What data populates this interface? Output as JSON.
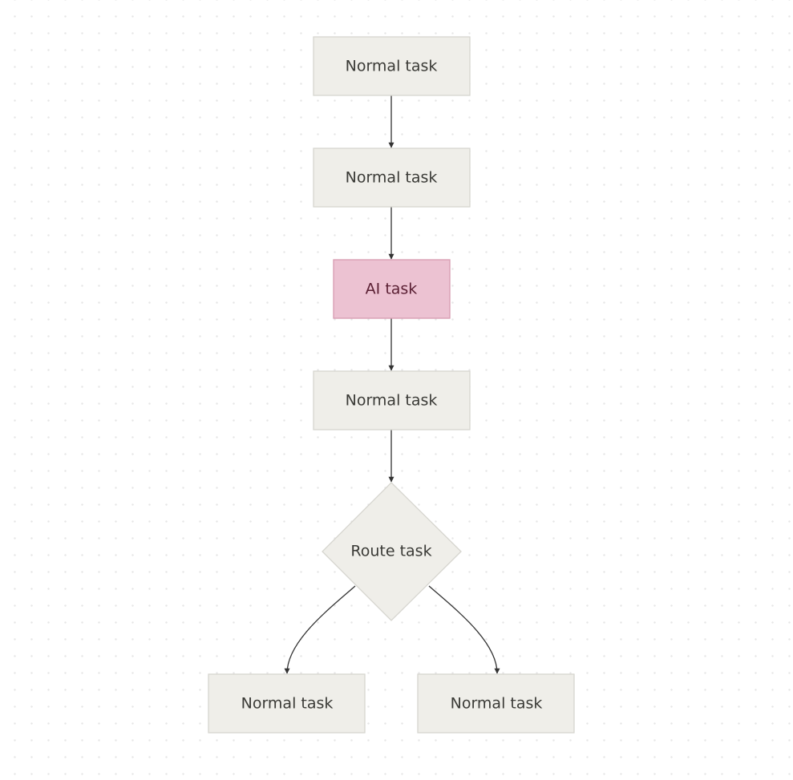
{
  "diagram": {
    "nodes": [
      {
        "id": "n1",
        "label": "Normal task",
        "kind": "normal"
      },
      {
        "id": "n2",
        "label": "Normal task",
        "kind": "normal"
      },
      {
        "id": "n3",
        "label": "AI task",
        "kind": "ai"
      },
      {
        "id": "n4",
        "label": "Normal task",
        "kind": "normal"
      },
      {
        "id": "n5",
        "label": "Route task",
        "kind": "route"
      },
      {
        "id": "n6",
        "label": "Normal task",
        "kind": "normal"
      },
      {
        "id": "n7",
        "label": "Normal task",
        "kind": "normal"
      }
    ],
    "edges": [
      {
        "from": "n1",
        "to": "n2"
      },
      {
        "from": "n2",
        "to": "n3"
      },
      {
        "from": "n3",
        "to": "n4"
      },
      {
        "from": "n4",
        "to": "n5"
      },
      {
        "from": "n5",
        "to": "n6"
      },
      {
        "from": "n5",
        "to": "n7"
      }
    ],
    "colors": {
      "normal_fill": "#efeee9",
      "normal_stroke": "#d6d5cf",
      "ai_fill": "#ecc2d2",
      "ai_stroke": "#d79bb1",
      "edge": "#333333"
    }
  }
}
